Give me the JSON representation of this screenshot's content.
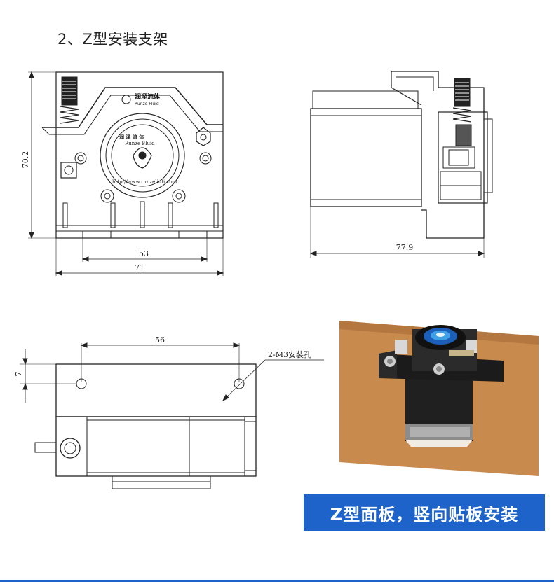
{
  "section_title": "2、Z型安装支架",
  "front_view": {
    "dim_height": "70.2",
    "dim_inner_width": "53",
    "dim_total_width": "71",
    "logo_brand": "润泽流体",
    "logo_sub": "Runze Fluid",
    "head_brand": "润 泽 流 体",
    "head_sub": "Runze Fluid",
    "head_url": "http://www.runzeliuti.com"
  },
  "side_view": {
    "dim_depth": "77.9"
  },
  "mount_view": {
    "dim_hole_spacing": "56",
    "dim_hole_offset": "7",
    "hole_note": "2-M3安装孔"
  },
  "photo": {
    "caption": "Z型面板，竖向贴板安装"
  },
  "colors": {
    "banner": "#1e63c9",
    "board": "#c98a4e",
    "line": "#222222"
  }
}
